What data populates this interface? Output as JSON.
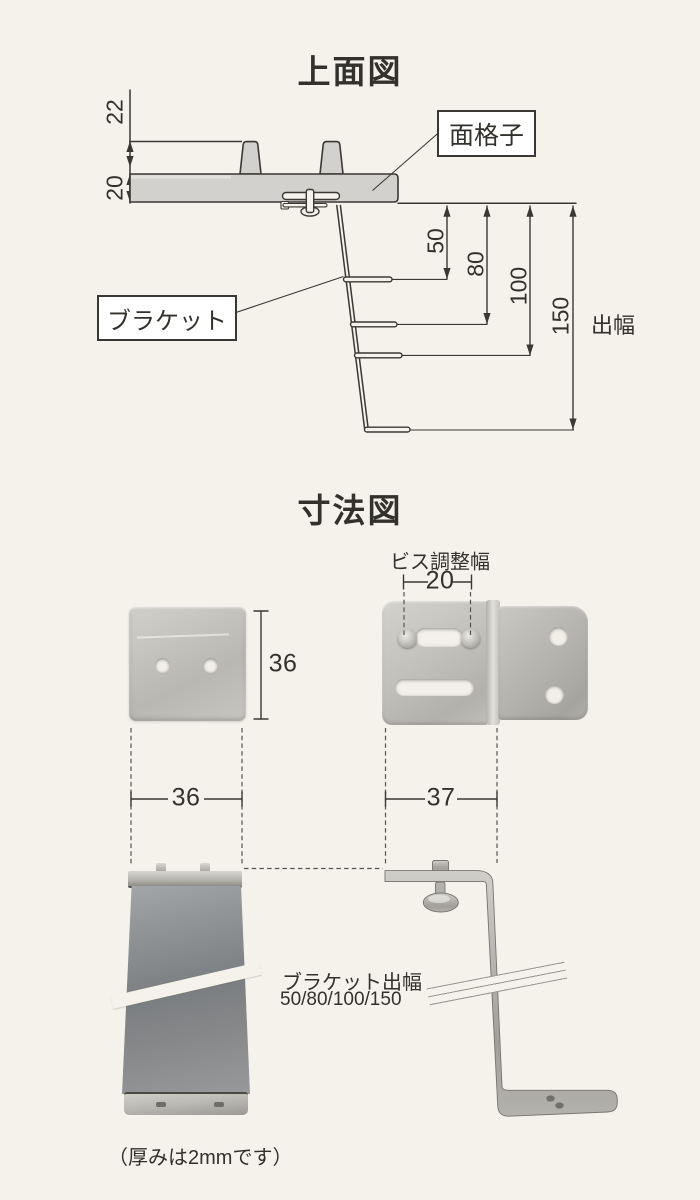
{
  "colors": {
    "background": "#f4f2eb",
    "line": "#3a3832",
    "text": "#33312c",
    "grille_fill": "#d2d1cd",
    "label_box_bg": "#ffffff"
  },
  "top_view": {
    "title": "上面図",
    "grille_label": "面格子",
    "bracket_label": "ブラケット",
    "projection_label": "出幅",
    "dim_grille_bar_height": "22",
    "dim_frame_thickness": "20",
    "dim_depth_50": "50",
    "dim_depth_80": "80",
    "dim_depth_100": "100",
    "dim_depth_150": "150"
  },
  "dimension_view": {
    "title": "寸法図",
    "screw_adjust_label": "ビス調整幅",
    "dim_screw_adjust": "20",
    "dim_plate_height": "36",
    "dim_plate_width": "36",
    "dim_bracket_width": "37",
    "bracket_projection_label": "ブラケット出幅",
    "bracket_projection_values": "50/80/100/150",
    "thickness_note": "（厚みは2mmです）"
  }
}
